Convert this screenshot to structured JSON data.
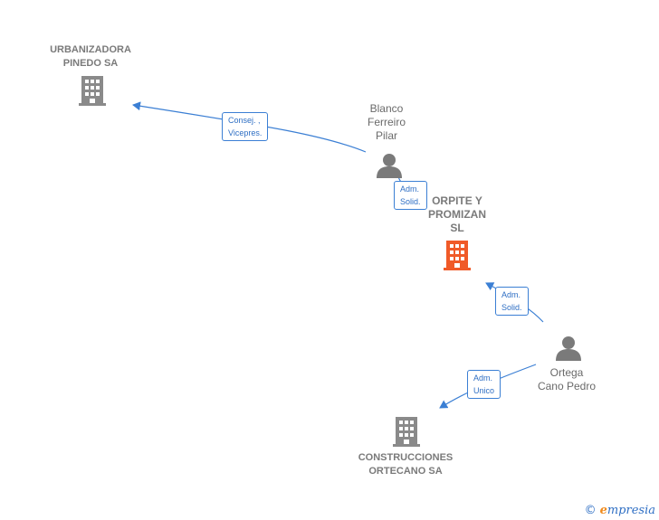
{
  "nodes": {
    "urbanizadora": {
      "label": "URBANIZADORA\nPINEDO SA"
    },
    "blanco": {
      "label": "Blanco\nFerreiro\nPilar"
    },
    "orpite": {
      "label": "ORPITE Y\nPROMIZAN\nSL"
    },
    "ortega": {
      "label": "Ortega\nCano Pedro"
    },
    "construcciones": {
      "label": "CONSTRUCCIONES\nORTECANO SA"
    }
  },
  "edges": [
    {
      "label": "Consej. ,\nVicepres.",
      "from": "blanco",
      "to": "urbanizadora"
    },
    {
      "label": "Adm.\nSolid.",
      "from": "blanco",
      "to": "orpite"
    },
    {
      "label": "Adm.\nSolid.",
      "from": "ortega",
      "to": "orpite"
    },
    {
      "label": "Adm.\nUnico",
      "from": "ortega",
      "to": "construcciones"
    }
  ],
  "brand": {
    "copyright": "©",
    "name_initial": "e",
    "name_rest": "mpresia"
  },
  "colors": {
    "edge": "#3b7fd4",
    "focus_company": "#f05a28",
    "company": "#8a8a8a",
    "person": "#7a7a7a"
  }
}
